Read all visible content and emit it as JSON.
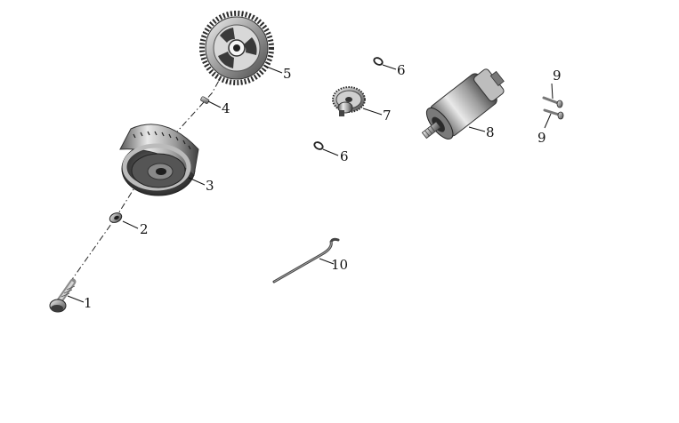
{
  "diagram": {
    "type": "exploded-parts-diagram",
    "callouts": [
      {
        "label": "1",
        "part": "flange-bolt"
      },
      {
        "label": "2",
        "part": "washer"
      },
      {
        "label": "3",
        "part": "starter-clutch-housing"
      },
      {
        "label": "4",
        "part": "dowel-pin"
      },
      {
        "label": "5",
        "part": "starter-driven-gear"
      },
      {
        "label": "6",
        "part": "o-ring-upper"
      },
      {
        "label": "6",
        "part": "o-ring-lower"
      },
      {
        "label": "7",
        "part": "idle-gear"
      },
      {
        "label": "8",
        "part": "starter-motor"
      },
      {
        "label": "9",
        "part": "bolt-upper"
      },
      {
        "label": "9",
        "part": "bolt-lower"
      },
      {
        "label": "10",
        "part": "wire-clip"
      }
    ]
  }
}
